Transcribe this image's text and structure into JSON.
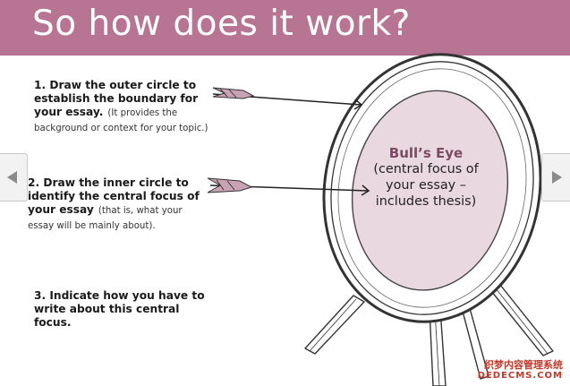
{
  "slide": {
    "title": "So how does it work?",
    "steps": [
      {
        "main": "1. Draw the outer circle to establish the boundary for your essay.",
        "sub": "(It provides the background or context for your topic.)"
      },
      {
        "main": "2. Draw the inner circle to identify the central focus of your essay",
        "sub": "(that is, what your essay will be mainly about)."
      },
      {
        "main": "3. Indicate how you have to write about this central focus.",
        "sub": ""
      }
    ],
    "bulls_eye": {
      "title": "Bull’s Eye",
      "line1": "(central focus of",
      "line2": "your essay –",
      "line3": "includes thesis)"
    }
  },
  "nav": {
    "prev_icon": "left-triangle-icon",
    "next_icon": "right-triangle-icon"
  },
  "watermark": {
    "line1": "织梦内容管理系统",
    "line2": "DEDECMS.COM"
  },
  "colors": {
    "title_bar": "#b77493",
    "inner_fill": "#ead8e1",
    "accent_text": "#7a4b63"
  }
}
